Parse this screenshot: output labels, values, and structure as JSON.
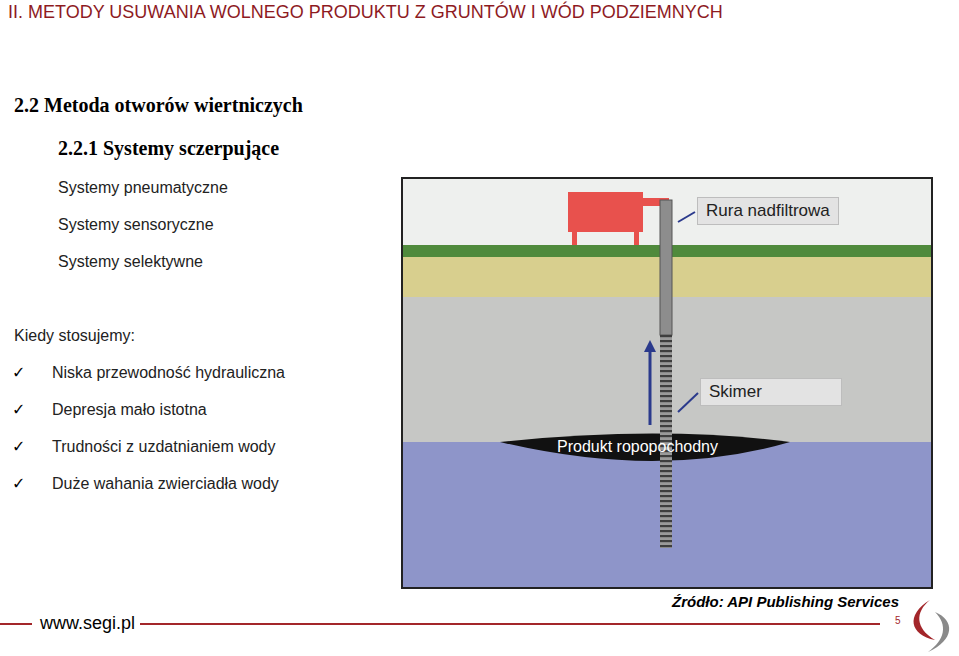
{
  "diagram": {
    "title": "II. METODY USUWANIA WOLNEGO PRODUKTU Z GRUNTÓW I WÓD PODZIEMNYCH",
    "nodes": [
      {
        "text": [
          "Rura nadfiltrowa"
        ]
      },
      {
        "text": [
          "Skimer"
        ]
      }
    ],
    "labels": [
      "2.2 Metoda otworów wiertniczych",
      "2.2.1 Systemy sczerpujące",
      "Systemy pneumatyczne",
      "Systemy sensoryczne",
      "Systemy selektywne",
      "Kiedy stosujemy:",
      "✓",
      "Niska przewodność hydrauliczna",
      "✓",
      "Depresja mało istotna",
      "✓",
      "Trudności z uzdatnianiem wody",
      "✓",
      "Duże wahania zwierciadła wody",
      "Produkt ropopochodny",
      "Źródło: API Publishing Services",
      "www.segi.pl",
      "5"
    ]
  }
}
